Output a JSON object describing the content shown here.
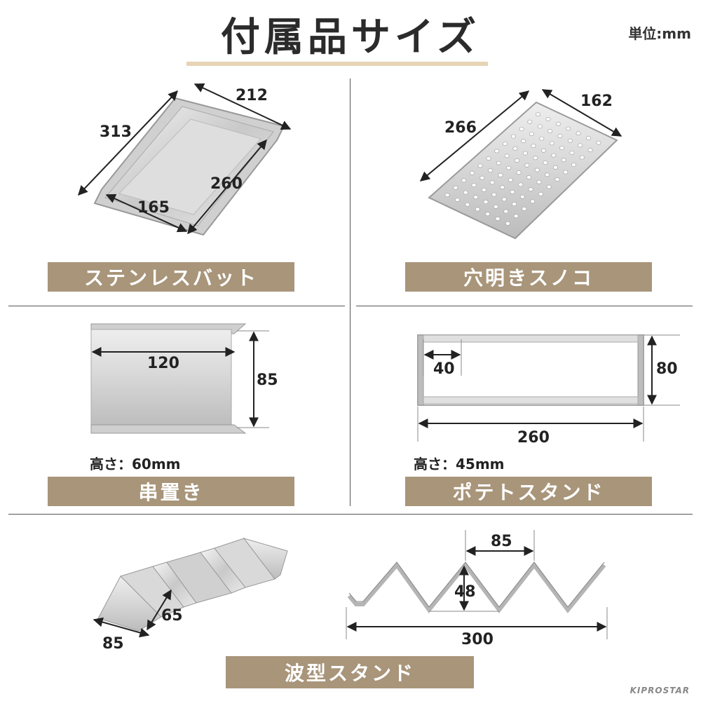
{
  "header": {
    "title": "付属品サイズ",
    "unit": "単位:mm"
  },
  "items": [
    {
      "label": "ステンレスバット",
      "dims": [
        "313",
        "212",
        "260",
        "165"
      ]
    },
    {
      "label": "穴明きスノコ",
      "dims": [
        "266",
        "162"
      ]
    },
    {
      "label": "串置き",
      "dims": [
        "120",
        "85"
      ],
      "note": "高さ：60mm"
    },
    {
      "label": "ポテトスタンド",
      "dims": [
        "40",
        "80",
        "260"
      ],
      "note": "高さ：45mm"
    },
    {
      "label": "波型スタンド",
      "dims": [
        "65",
        "85",
        "85",
        "48",
        "300"
      ]
    }
  ],
  "brand": {
    "logo": "KIPROSTAR"
  }
}
